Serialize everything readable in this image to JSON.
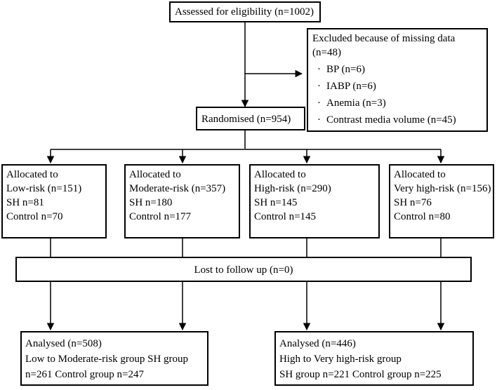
{
  "assessed": "Assessed for eligibility (n=1002)",
  "excluded": {
    "title": "Excluded because of missing data",
    "count": "(n=48)",
    "items": [
      "BP (n=6)",
      "IABP (n=6)",
      "Anemia (n=3)",
      "Contrast media volume (n=45)"
    ]
  },
  "randomised": "Randomised (n=954)",
  "groups": [
    {
      "line1": "Allocated to",
      "line2": "Low-risk (n=151)",
      "line3": "SH n=81",
      "line4": "Control n=70"
    },
    {
      "line1": "Allocated to",
      "line2": "Moderate-risk (n=357)",
      "line3": "SH n=180",
      "line4": "Control n=177"
    },
    {
      "line1": "Allocated to",
      "line2": "High-risk (n=290)",
      "line3": "SH n=145",
      "line4": "Control n=145"
    },
    {
      "line1": "Allocated to",
      "line2": "Very high-risk (n=156)",
      "line3": "SH n=76",
      "line4": "Control n=80"
    }
  ],
  "lost": "Lost to follow up (n=0)",
  "analysed": [
    {
      "line1": "Analysed (n=508)",
      "line2": "Low to Moderate-risk group SH group",
      "line3": "n=261 Control group n=247"
    },
    {
      "line1": "Analysed (n=446)",
      "line2": "High to Very high-risk group",
      "line3": "SH group n=221 Control group n=225"
    }
  ]
}
